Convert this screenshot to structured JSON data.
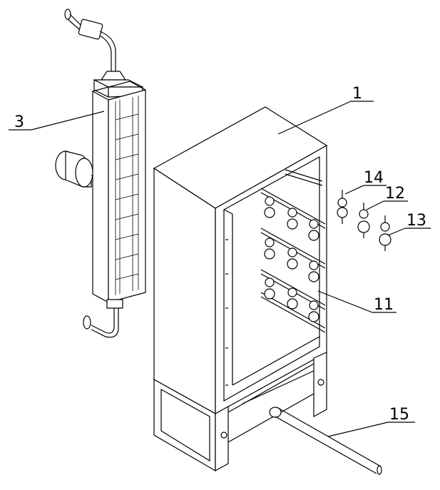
{
  "callouts": [
    {
      "id": "c1",
      "label": "1"
    },
    {
      "id": "c3",
      "label": "3"
    },
    {
      "id": "c11",
      "label": "11"
    },
    {
      "id": "c12",
      "label": "12"
    },
    {
      "id": "c13",
      "label": "13"
    },
    {
      "id": "c14",
      "label": "14"
    },
    {
      "id": "c15",
      "label": "15"
    }
  ],
  "colors": {
    "line": "#000000",
    "paper": "#ffffff"
  }
}
